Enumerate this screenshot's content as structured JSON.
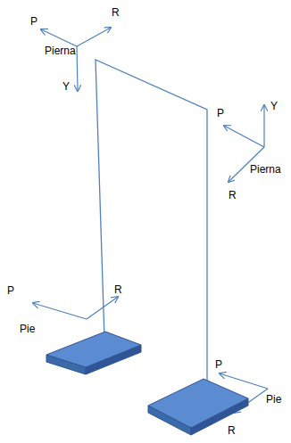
{
  "diagram": {
    "labels": [
      "P",
      "R",
      "Pierna",
      "Y",
      "P",
      "Y",
      "Pierna",
      "R",
      "P",
      "R",
      "Pie",
      "P",
      "Pie",
      "R"
    ]
  }
}
